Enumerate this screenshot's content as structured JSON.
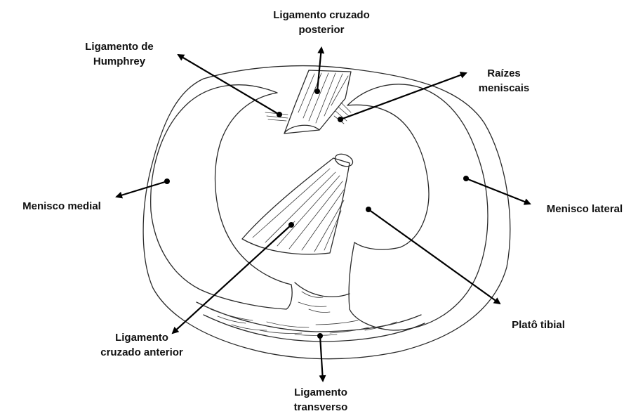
{
  "labels": {
    "pcl": [
      "Ligamento cruzado",
      "posterior"
    ],
    "humphrey": [
      "Ligamento de",
      "Humphrey"
    ],
    "roots": [
      "Raízes",
      "meniscais"
    ],
    "medial": [
      "Menisco medial"
    ],
    "lateral": [
      "Menisco lateral"
    ],
    "acl": [
      "Ligamento",
      "cruzado anterior"
    ],
    "plateau": [
      "Platô tibial"
    ],
    "transverse": [
      "Ligamento",
      "transverso"
    ]
  }
}
